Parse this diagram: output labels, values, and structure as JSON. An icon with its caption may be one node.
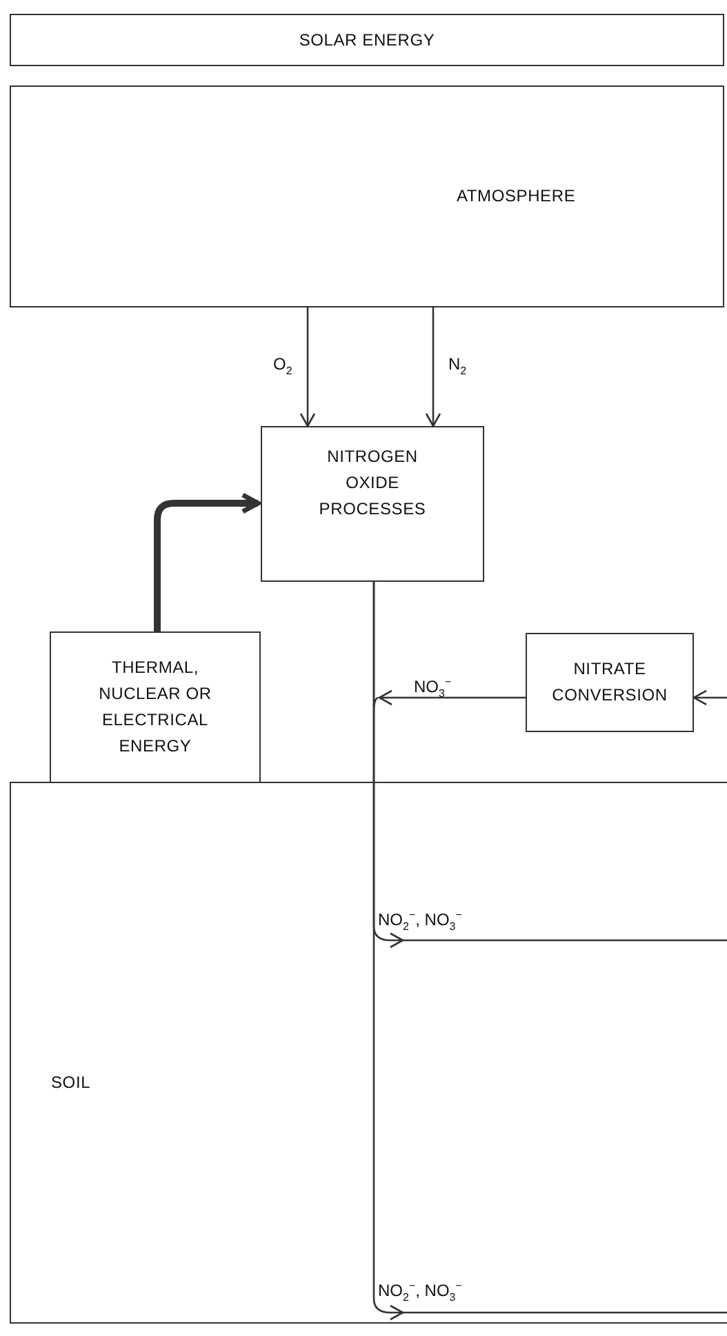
{
  "diagram": {
    "nodes": [
      {
        "text": [
          "SOLAR ENERGY"
        ]
      },
      {
        "text": [
          "ATMOSPHERE"
        ]
      },
      {
        "text": [
          "NITROGEN OXIDE PROCESSES"
        ]
      },
      {
        "text": [
          "THERMAL, NUCLEAR OR ELECTRICAL ENERGY"
        ]
      },
      {
        "text": [
          "NITRATE CONVERSION"
        ]
      },
      {
        "text": [
          "SOIL"
        ]
      }
    ],
    "edges": [
      {
        "from": 1,
        "to": 2,
        "arrow": "to",
        "label": "O$_{2}$"
      },
      {
        "from": 1,
        "to": 2,
        "arrow": "to",
        "label": "N$_{2}$"
      },
      {
        "from": 3,
        "to": 2,
        "arrow": "to",
        "style": "thick"
      },
      {
        "from": 4,
        "to": null,
        "arrow": "to",
        "label": "NO$_{3}$$^{−}$"
      },
      {
        "from": null,
        "to": 4,
        "arrow": "to"
      },
      {
        "from": 2,
        "to": 5,
        "arrow": "to",
        "label": "NO$_{2}$$^{−}$, NO$_{3}$$^{−}$"
      },
      {
        "from": 2,
        "to": 5,
        "arrow": "to",
        "label": "NO$_{2}$$^{−}$, NO$_{3}$$^{−}$"
      }
    ]
  }
}
